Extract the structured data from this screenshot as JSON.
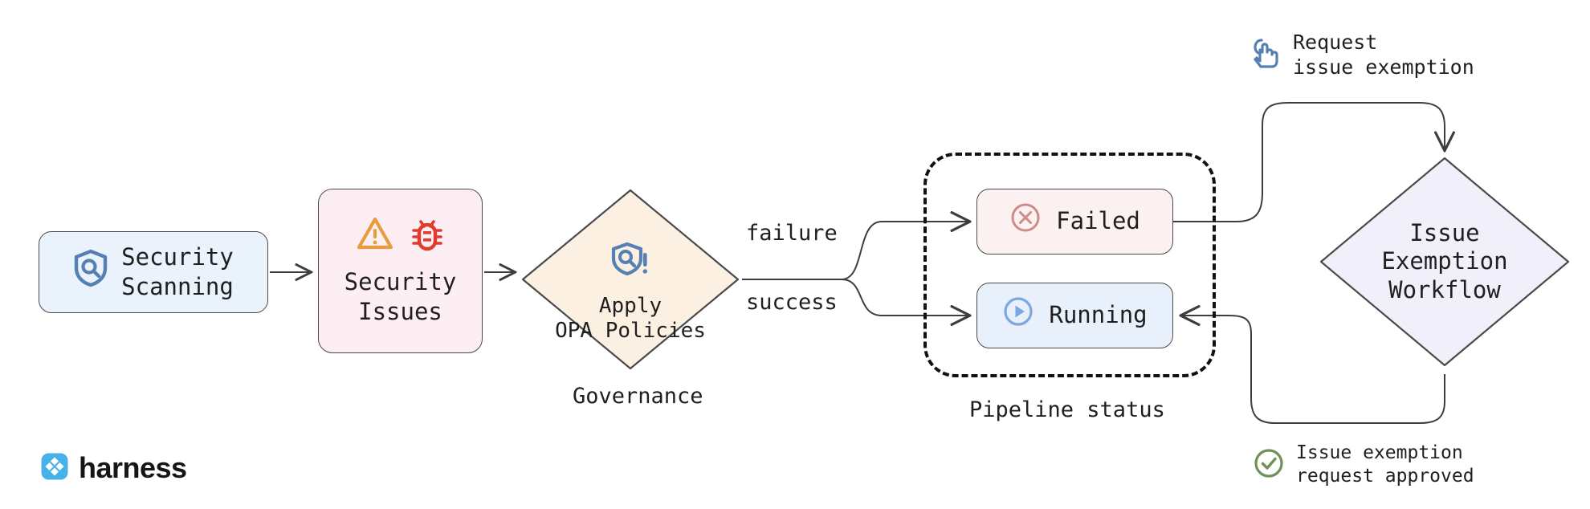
{
  "diagram": {
    "title": "Harness security scanning governance and issue exemption workflow",
    "colors": {
      "security_scanning_fill": "#eaf3fc",
      "security_issues_fill": "#fdeef4",
      "opa_fill": "#fbf0e2",
      "failed_fill": "#fcf1f1",
      "running_fill": "#e7f0fb",
      "exemption_fill": "#f1effa",
      "stroke": "#4a4a4a",
      "warning_orange": "#e89c3c",
      "bug_red": "#e03b2c",
      "shield_blue": "#5580b4",
      "failed_red": "#cf8a8a",
      "running_blue": "#7ea6e0",
      "approved_green": "#6d9157",
      "harness_blue": "#46b2e8"
    }
  },
  "nodes": {
    "security_scanning": {
      "label": "Security\nScanning",
      "icon": "shield-search-icon"
    },
    "security_issues": {
      "label": "Security\nIssues",
      "icons": [
        "warning-triangle-icon",
        "bug-icon"
      ]
    },
    "apply_opa_policies": {
      "label": "Apply\nOPA Policies",
      "icon": "shield-search-alert-icon",
      "caption": "Governance"
    },
    "failed": {
      "label": "Failed",
      "icon": "x-circle-icon"
    },
    "running": {
      "label": "Running",
      "icon": "play-circle-icon"
    },
    "issue_exemption_workflow": {
      "label": "Issue\nExemption\nWorkflow"
    }
  },
  "cluster": {
    "pipeline_status_caption": "Pipeline status"
  },
  "edge_labels": {
    "failure": "failure",
    "success": "success"
  },
  "annotations": {
    "request": {
      "text": "Request\nissue exemption",
      "icon": "cursor-hand-icon"
    },
    "approved": {
      "text": "Issue exemption\nrequest approved",
      "icon": "check-circle-icon"
    }
  },
  "branding": {
    "wordmark": "harness",
    "logo_icon": "harness-logo-icon"
  }
}
